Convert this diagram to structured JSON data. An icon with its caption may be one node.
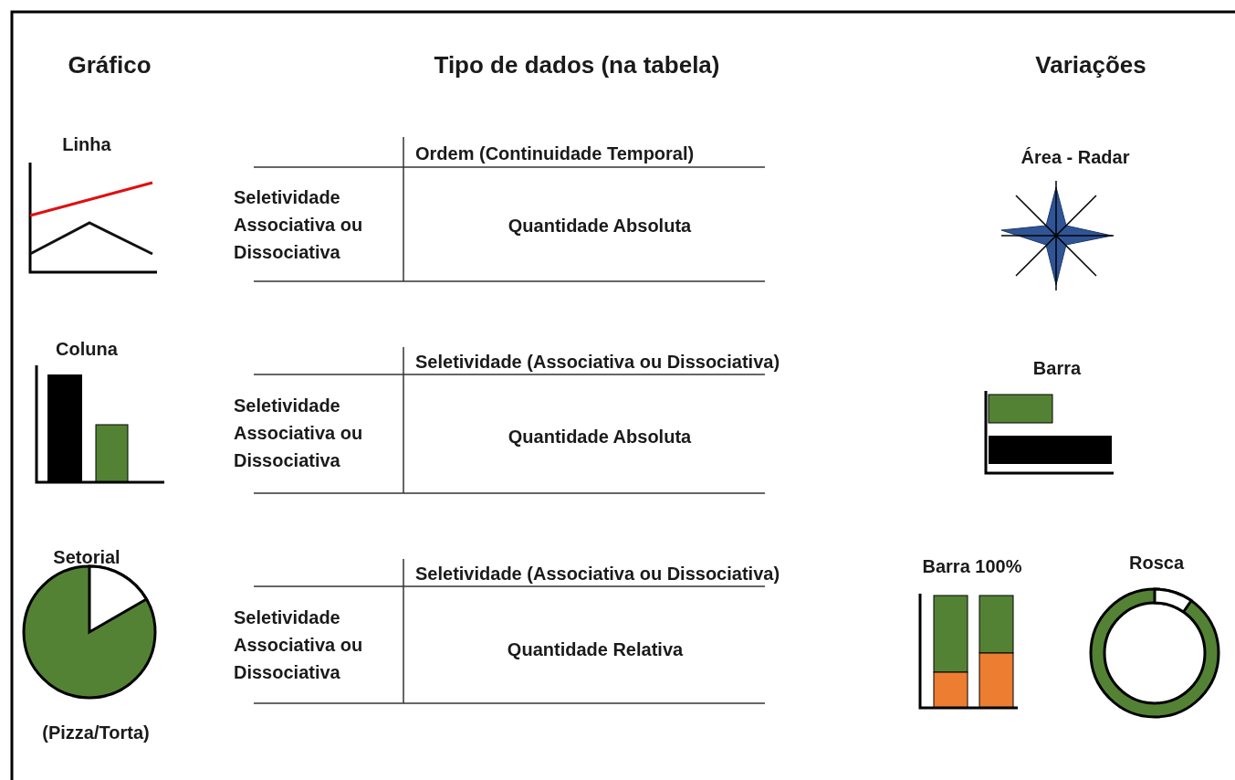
{
  "diagram": {
    "labels": [
      "Gráfico",
      "Tipo de dados (na tabela)",
      "Variações",
      "Linha",
      "Ordem (Continuidade Temporal)",
      "Área - Radar",
      "Seletividade Associativa ou Dissociativa",
      "Quantidade Absoluta",
      "Coluna",
      "Barra",
      "Seletividade (Associativa ou Dissociativa)",
      "Seletividade Associativa ou Dissociativa",
      "Quantidade Absoluta",
      "Setorial",
      "Seletividade (Associativa ou Dissociativa)",
      "Barra 100%",
      "Rosca",
      "Seletividade Associativa ou Dissociativa",
      "Quantidade Relativa",
      "(Pizza/Torta)"
    ]
  }
}
